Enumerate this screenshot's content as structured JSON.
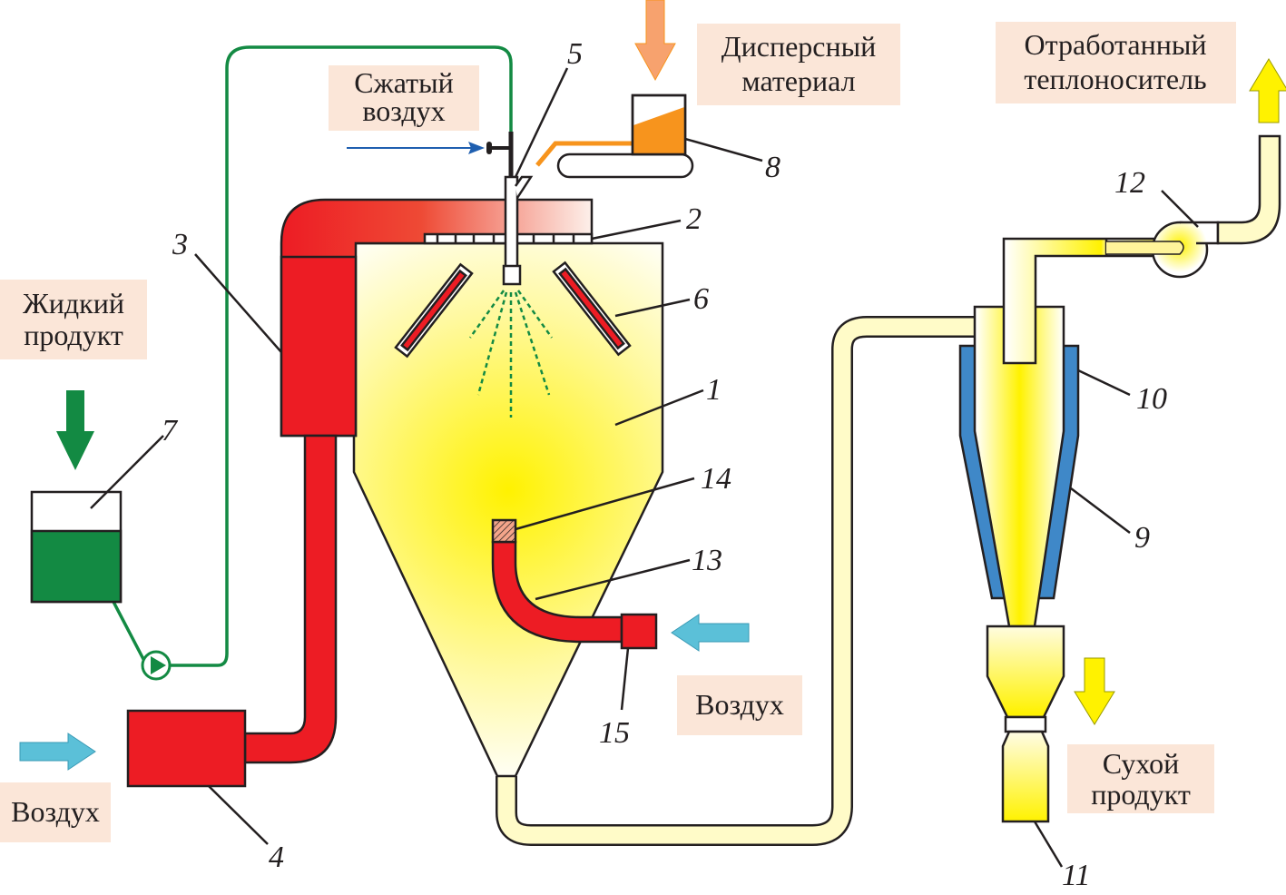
{
  "labels": {
    "liquid_product": [
      "Жидкий",
      "продукт"
    ],
    "compressed_air": [
      "Сжатый",
      "воздух"
    ],
    "dispersed_material": [
      "Дисперсный",
      "материал"
    ],
    "spent_coolant": [
      "Отработанный",
      "теплоноситель"
    ],
    "air_left": "Воздух",
    "air_right": "Воздух",
    "dry_product": [
      "Сухой",
      "продукт"
    ]
  },
  "numbers": [
    "1",
    "2",
    "3",
    "4",
    "5",
    "6",
    "7",
    "8",
    "9",
    "10",
    "11",
    "12",
    "13",
    "14",
    "15"
  ],
  "colors": {
    "hot_air": "#ed1c24",
    "product_liquid": "#138a43",
    "dispersed_material": "#f7941d",
    "cyclone_jacket": "#3f88c8",
    "drying_zone": "#fff200",
    "inlet_air_arrow": "#5bc0d8",
    "compressed_air_arrow": "#1f5fb0",
    "label_background": "#fbe6d8"
  }
}
